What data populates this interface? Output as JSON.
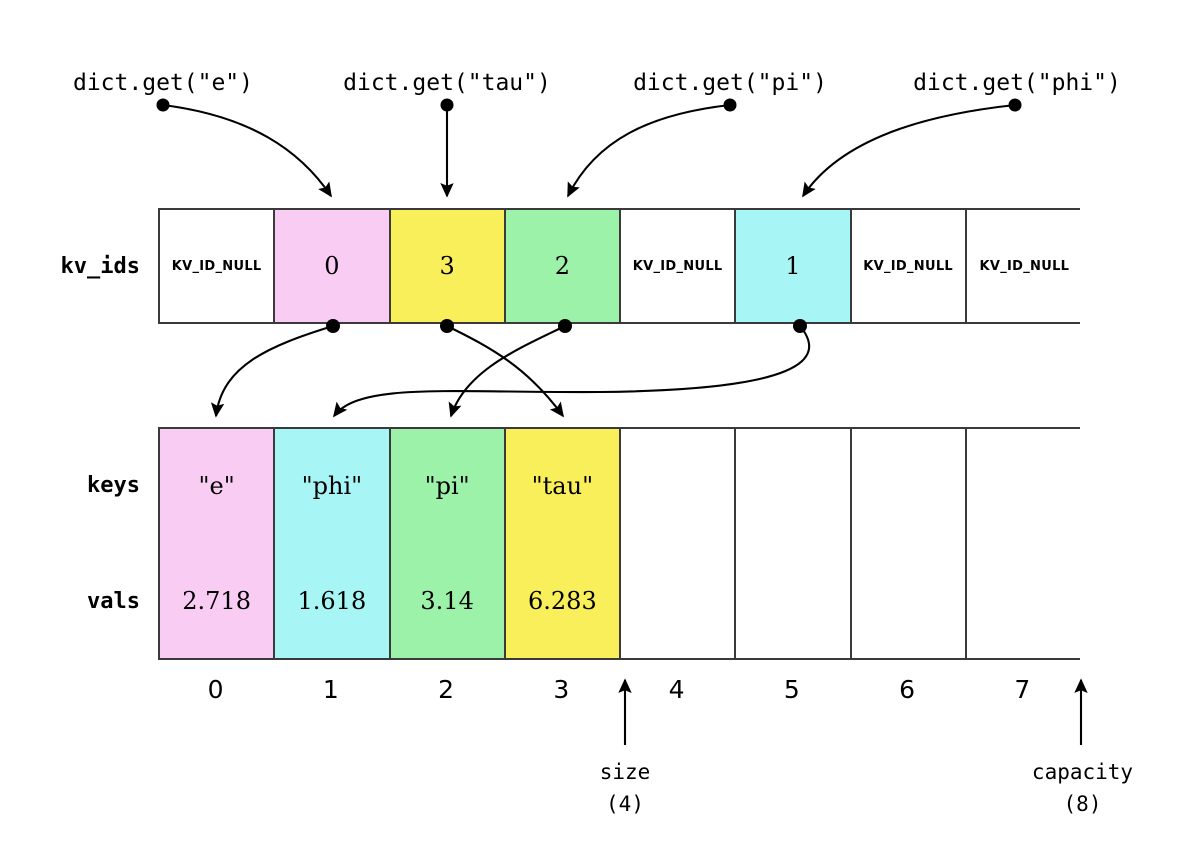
{
  "diagram": {
    "title": "open-addressing dict: kv_ids index table with packed keys/vals arrays",
    "capacity": 8,
    "size": 4,
    "colors": {
      "pink": "#f9ccf4",
      "cyan": "#a8f5f5",
      "green": "#9bf2a8",
      "yellow": "#f9ef5a",
      "white": "#ffffff",
      "border": "#3a3a3a",
      "ink": "#000000"
    },
    "calls": [
      {
        "label": "dict.get(\"e\")",
        "key": "e",
        "kv_ids_slot": 1,
        "kv_id": 0
      },
      {
        "label": "dict.get(\"tau\")",
        "key": "tau",
        "kv_ids_slot": 2,
        "kv_id": 3
      },
      {
        "label": "dict.get(\"pi\")",
        "key": "pi",
        "kv_ids_slot": 3,
        "kv_id": 2
      },
      {
        "label": "dict.get(\"phi\")",
        "key": "phi",
        "kv_ids_slot": 5,
        "kv_id": 1
      }
    ],
    "rows": {
      "kv_ids": {
        "label": "kv_ids",
        "cells": [
          {
            "text": "KV_ID_NULL",
            "kind": "null",
            "color": "white"
          },
          {
            "text": "0",
            "kind": "value",
            "color": "pink"
          },
          {
            "text": "3",
            "kind": "value",
            "color": "yellow"
          },
          {
            "text": "2",
            "kind": "value",
            "color": "green"
          },
          {
            "text": "KV_ID_NULL",
            "kind": "null",
            "color": "white"
          },
          {
            "text": "1",
            "kind": "value",
            "color": "cyan"
          },
          {
            "text": "KV_ID_NULL",
            "kind": "null",
            "color": "white"
          },
          {
            "text": "KV_ID_NULL",
            "kind": "null",
            "color": "white"
          }
        ]
      },
      "keys": {
        "label": "keys",
        "cells": [
          {
            "text": "\"e\"",
            "color": "pink"
          },
          {
            "text": "\"phi\"",
            "color": "cyan"
          },
          {
            "text": "\"pi\"",
            "color": "green"
          },
          {
            "text": "\"tau\"",
            "color": "yellow"
          },
          {
            "text": "",
            "color": "white"
          },
          {
            "text": "",
            "color": "white"
          },
          {
            "text": "",
            "color": "white"
          },
          {
            "text": "",
            "color": "white"
          }
        ]
      },
      "vals": {
        "label": "vals",
        "cells": [
          {
            "text": "2.718",
            "color": "pink"
          },
          {
            "text": "1.618",
            "color": "cyan"
          },
          {
            "text": "3.14",
            "color": "green"
          },
          {
            "text": "6.283",
            "color": "yellow"
          },
          {
            "text": "",
            "color": "white"
          },
          {
            "text": "",
            "color": "white"
          },
          {
            "text": "",
            "color": "white"
          },
          {
            "text": "",
            "color": "white"
          }
        ]
      }
    },
    "index_ticks": [
      "0",
      "1",
      "2",
      "3",
      "4",
      "5",
      "6",
      "7"
    ],
    "markers": [
      {
        "name": "size",
        "label": "size",
        "value": "(4)",
        "at_index": 4
      },
      {
        "name": "capacity",
        "label": "capacity",
        "value": "(8)",
        "at_index": 8
      }
    ]
  }
}
